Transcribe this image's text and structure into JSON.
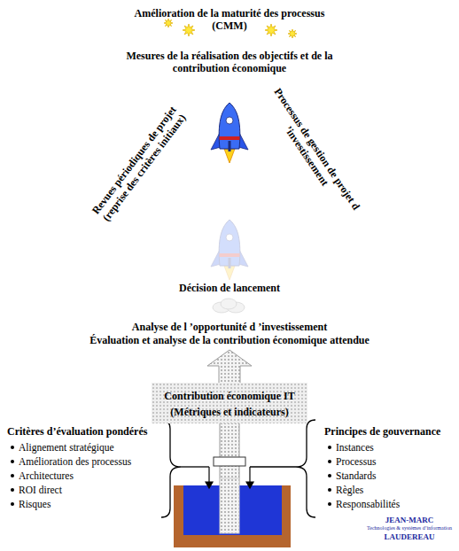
{
  "diagram": {
    "title": "Amélioration de la maturité des processus (CMM)",
    "nodes": [
      {
        "text": [
          "Contribution économique IT (Métriques et indicateurs)"
        ]
      }
    ],
    "labels": [
      "Mesures de la réalisation des objectifs et de la contribution économique",
      "Revues périodiques de projet (reprise des critères initiaux)",
      "Processus de gestion de projet d ’investissement",
      "Décision de lancement",
      "Analyse de l ’opportunité d ’investissement",
      "Évaluation et analyse de la contribution économique attendue",
      "Critères d’évaluation pondérés",
      "Alignement stratégique",
      "Amélioration des processus",
      "Architectures",
      "ROI direct",
      "Risques",
      "Principes de gouvernance",
      "Instances",
      "Processus",
      "Standards",
      "Règles",
      "Responsabilités",
      "JEAN-MARC",
      "Technologies & systèmes d’information",
      "LAUDEREAU"
    ]
  }
}
